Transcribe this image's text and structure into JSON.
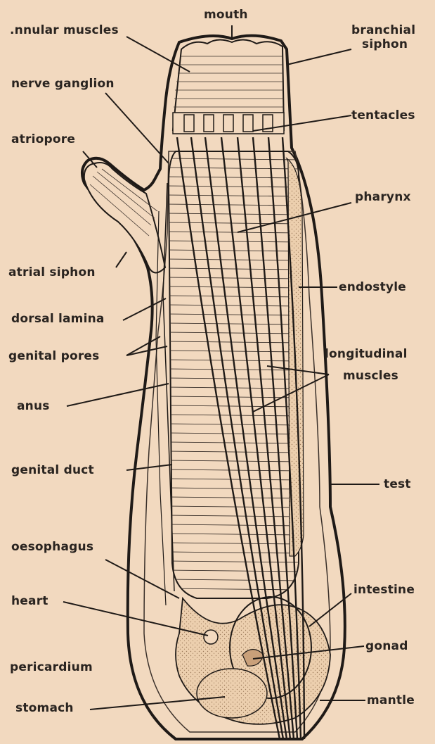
{
  "diagram": {
    "palette": {
      "background": "#f2d9bf",
      "ink": "#1f1a17",
      "stipple": "#d7b089"
    },
    "labels": {
      "mouth": "mouth",
      "annular_muscles": ".nnular muscles",
      "branchial_siphon_1": "branchial",
      "branchial_siphon_2": "siphon",
      "nerve_ganglion": "nerve ganglion",
      "tentacles": "tentacles",
      "atriopore": "atriopore",
      "pharynx": "pharynx",
      "atrial_siphon": "atrial siphon",
      "endostyle": "endostyle",
      "dorsal_lamina": "dorsal lamina",
      "genital_pores": "genital pores",
      "longitudinal_muscles_1": "longitudinal",
      "longitudinal_muscles_2": "muscles",
      "anus": "anus",
      "genital_duct": "genital duct",
      "test": "test",
      "oesophagus": "oesophagus",
      "intestine": "intestine",
      "heart": "heart",
      "gonad": "gonad",
      "pericardium": "pericardium",
      "stomach": "stomach",
      "mantle": "mantle"
    }
  }
}
